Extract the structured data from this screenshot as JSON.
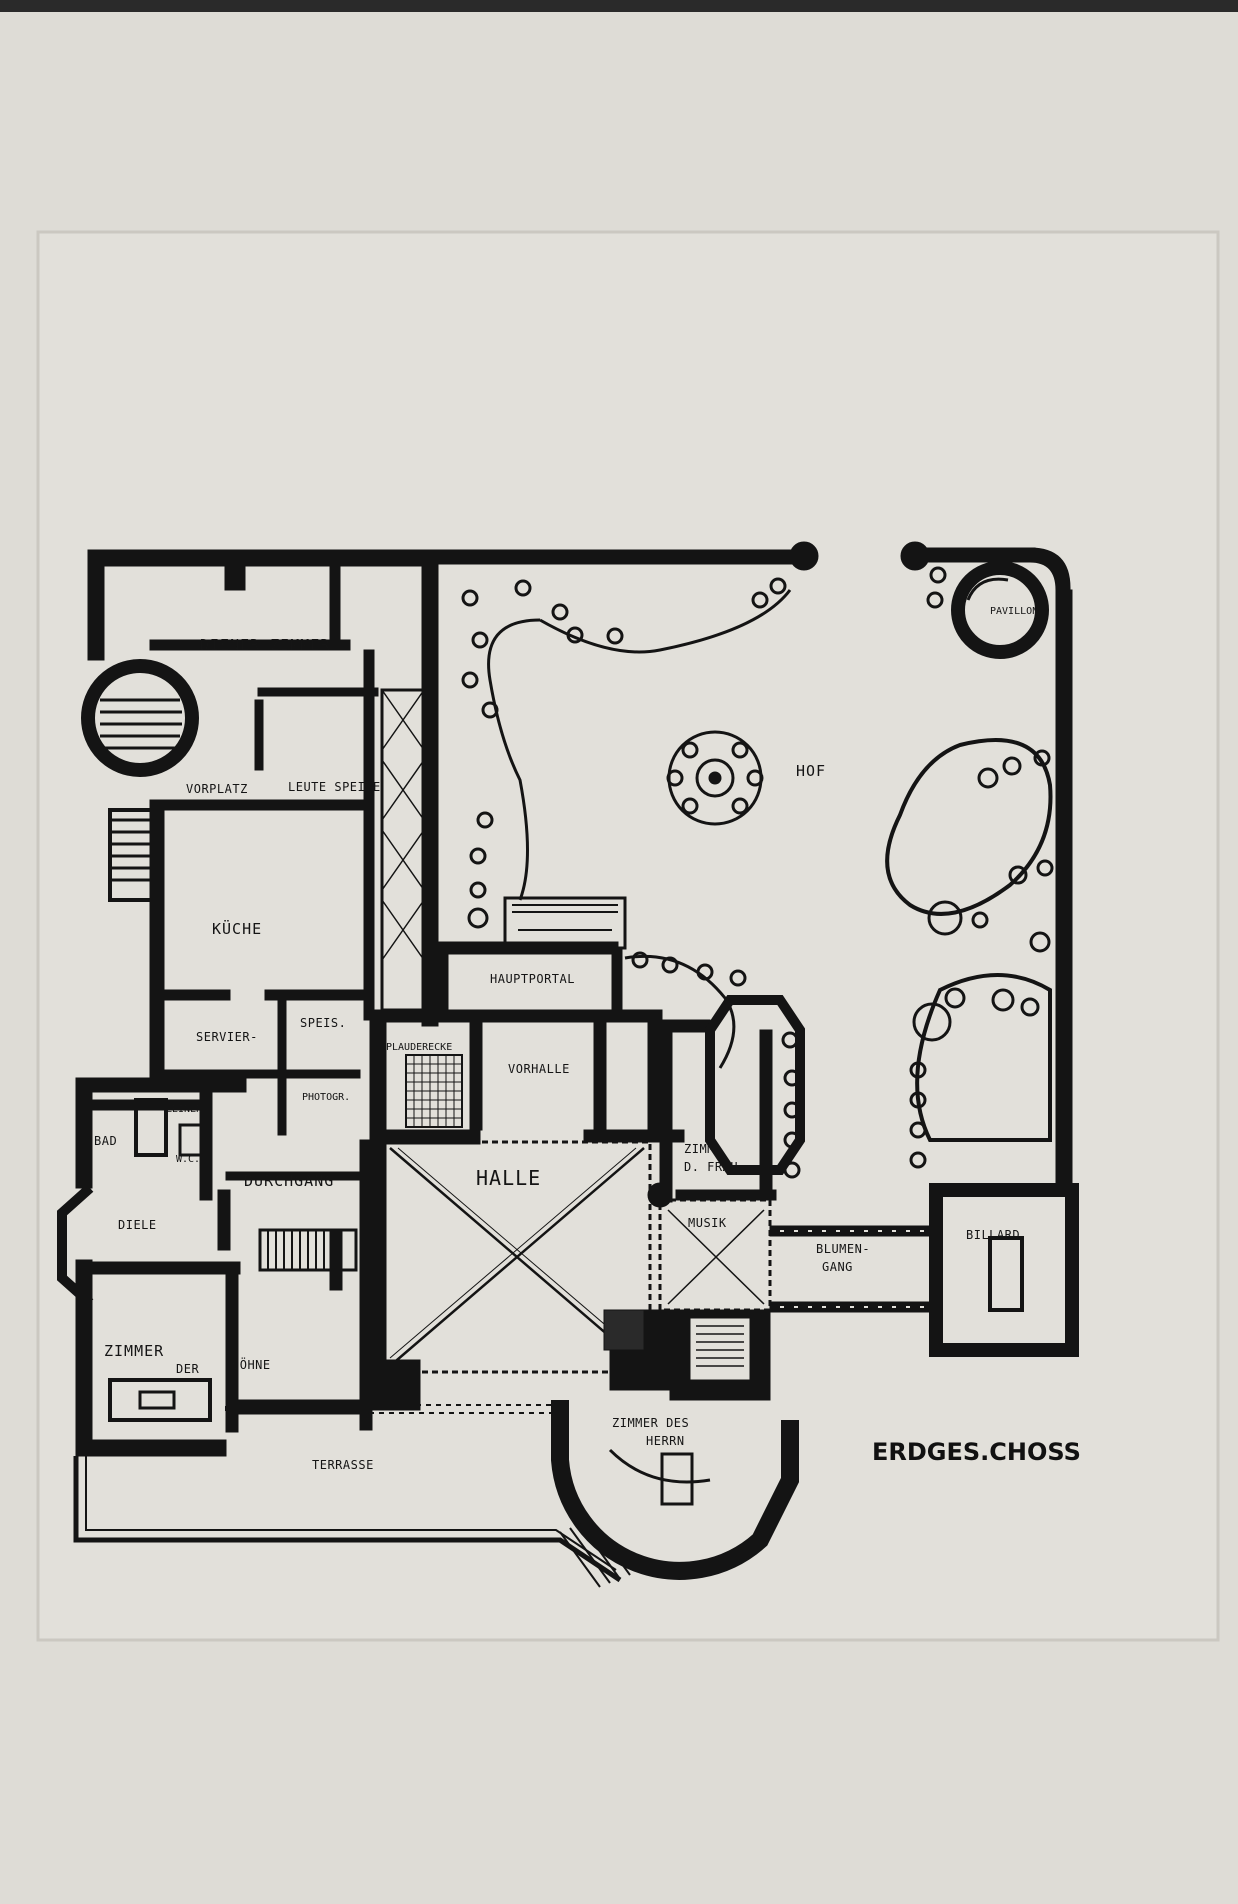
{
  "title": "ERDGES.CHOSS",
  "colors": {
    "paper": "#dedcd6",
    "ink": "#141414",
    "frame": "#bdbab3"
  },
  "rooms": {
    "diener_zimmer": "DIENER-ZIMMER",
    "vorplatz": "VORPLATZ",
    "leute_speise": "LEUTE SPEISE",
    "kueche": "KÜCHE",
    "servier": "SERVIER-",
    "speis": "SPEIS.",
    "photogr": "PHOTOGR.",
    "plauderecke": "PLAUDERECKE",
    "vorhalle": "VORHALLE",
    "hauptportal": "HAUPTPORTAL",
    "hof": "HOF",
    "pavillon": "PAVILLON",
    "bad": "BAD",
    "leinen": "LEINEN",
    "wc": "W.C.",
    "durchgang": "DURCHGANG",
    "halle": "HALLE",
    "zimm_d_frau_1": "ZIMM.",
    "zimm_d_frau_2": "D. FRAU",
    "diele": "DIELE",
    "musik": "MUSIK",
    "blumengang_1": "BLUMEN-",
    "blumengang_2": "GANG",
    "billard": "BILLARD",
    "zimmer_der_soehne_1": "ZIMMER",
    "zimmer_der_soehne_2": "DER",
    "zimmer_der_soehne_3": "SÖHNE",
    "zimmer_des_herrn_1": "ZIMMER DES",
    "zimmer_des_herrn_2": "HERRN",
    "terrasse": "TERRASSE"
  }
}
